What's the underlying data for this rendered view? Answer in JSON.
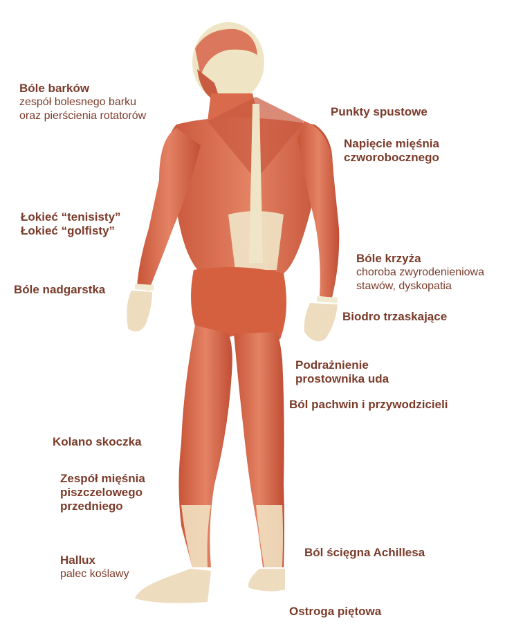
{
  "colors": {
    "label_text": "#7a3b2a",
    "muscle": "#d96a4c",
    "muscle_dark": "#b84a33",
    "tendon": "#f1e5c8",
    "background": "#ffffff"
  },
  "labels": {
    "shoulders": {
      "title": "Bóle barków",
      "sub1": "zespół bolesnego barku",
      "sub2": "oraz pierścienia rotatorów"
    },
    "elbow": {
      "line1": "Łokieć “tenisisty”",
      "line2": "Łokieć “golfisty”"
    },
    "wrist": {
      "title": "Bóle nadgarstka"
    },
    "knee": {
      "title": "Kolano skoczka"
    },
    "tibialis": {
      "line1": "Zespół mięśnia",
      "line2": "piszczelowego",
      "line3": "przedniego"
    },
    "hallux": {
      "title": "Hallux",
      "sub": "palec koślawy"
    },
    "trigger_points": {
      "title": "Punkty spustowe"
    },
    "trapezius": {
      "line1": "Napięcie mięśnia",
      "line2": "czworobocznego"
    },
    "lower_back": {
      "title": "Bóle krzyża",
      "sub1": "choroba zwyrodenieniowa",
      "sub2": "stawów, dyskopatia"
    },
    "snapping_hip": {
      "title": "Biodro trzaskające"
    },
    "quad": {
      "line1": "Podrażnienie",
      "line2": "prostownika uda"
    },
    "groin": {
      "title": "Ból pachwin i przywodzicieli"
    },
    "achilles": {
      "title": "Ból ścięgna Achillesa"
    },
    "heel_spur": {
      "title": "Ostroga piętowa"
    }
  }
}
